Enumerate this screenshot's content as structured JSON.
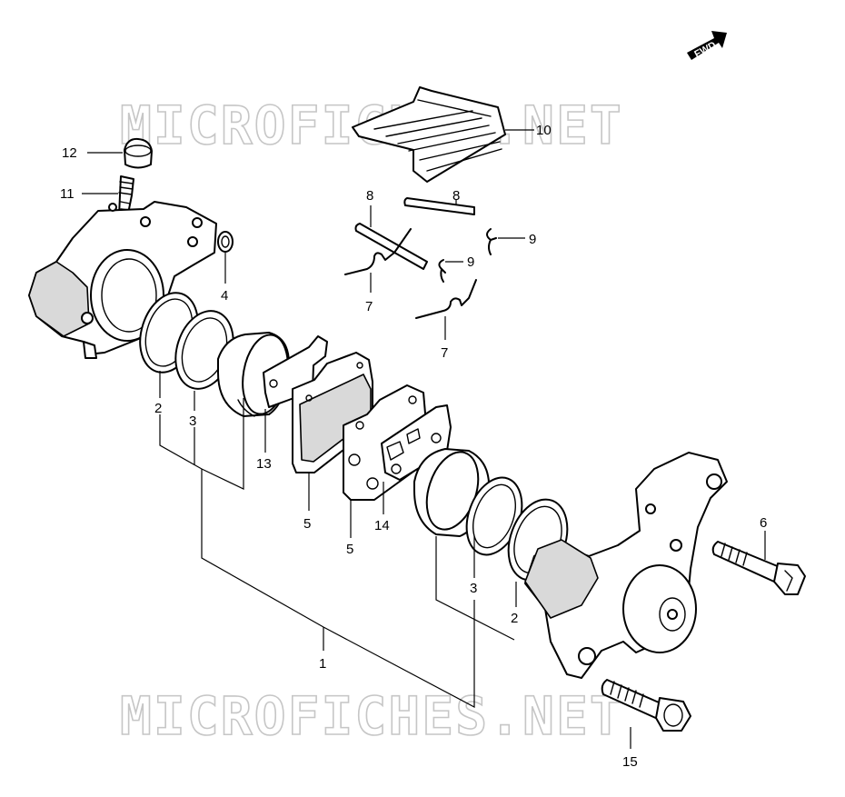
{
  "watermark": "MICROFICHES.NET",
  "direction_badge": "FWD",
  "callouts": [
    {
      "id": "1"
    },
    {
      "id": "2a",
      "label": "2"
    },
    {
      "id": "2b",
      "label": "2"
    },
    {
      "id": "3a",
      "label": "3"
    },
    {
      "id": "3b",
      "label": "3"
    },
    {
      "id": "4",
      "label": "4"
    },
    {
      "id": "5a",
      "label": "5"
    },
    {
      "id": "5b",
      "label": "5"
    },
    {
      "id": "6",
      "label": "6"
    },
    {
      "id": "7a",
      "label": "7"
    },
    {
      "id": "7b",
      "label": "7"
    },
    {
      "id": "8a",
      "label": "8"
    },
    {
      "id": "8b",
      "label": "8"
    },
    {
      "id": "9a",
      "label": "9"
    },
    {
      "id": "9b",
      "label": "9"
    },
    {
      "id": "10",
      "label": "10"
    },
    {
      "id": "11",
      "label": "11"
    },
    {
      "id": "12",
      "label": "12"
    },
    {
      "id": "13",
      "label": "13"
    },
    {
      "id": "14",
      "label": "14"
    },
    {
      "id": "15",
      "label": "15"
    }
  ],
  "labels": {
    "c1": "1",
    "c2a": "2",
    "c2b": "2",
    "c3a": "3",
    "c3b": "3",
    "c4": "4",
    "c5a": "5",
    "c5b": "5",
    "c6": "6",
    "c7a": "7",
    "c7b": "7",
    "c8a": "8",
    "c8b": "8",
    "c9a": "9",
    "c9b": "9",
    "c10": "10",
    "c11": "11",
    "c12": "12",
    "c13": "13",
    "c14": "14",
    "c15": "15"
  }
}
